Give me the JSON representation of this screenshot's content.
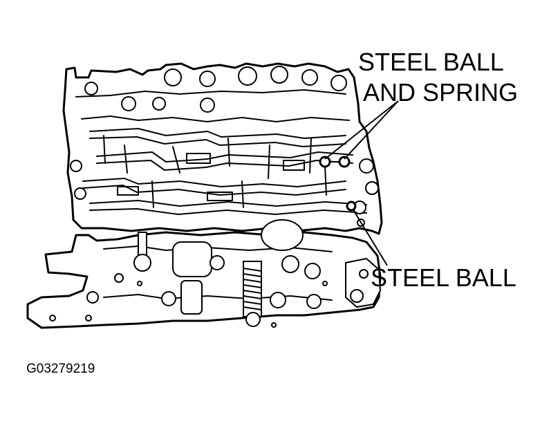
{
  "labels": {
    "steel_ball_and_spring_line1": "STEEL BALL",
    "steel_ball_and_spring_line2": "AND SPRING",
    "steel_ball": "STEEL BALL",
    "figure_id": "G03279219"
  }
}
